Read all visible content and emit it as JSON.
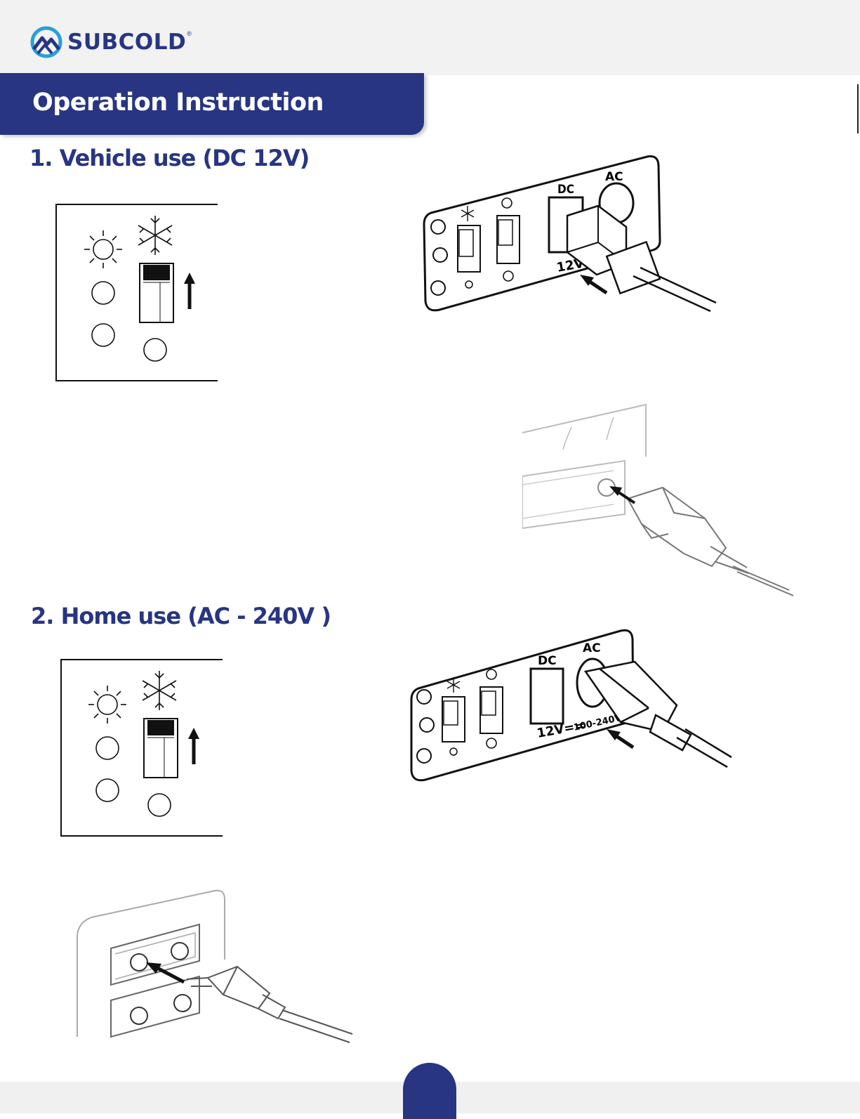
{
  "header": {
    "brand": "SUBCOLD",
    "brand_mark": "®",
    "logo_icon": "mountain-circle-logo"
  },
  "banner": {
    "title": "Operation Instruction"
  },
  "sections": [
    {
      "title": "1. Vehicle use (DC 12V)",
      "panel_label_dc": "DC",
      "panel_label_ac": "AC",
      "panel_label_volt": "12V"
    },
    {
      "title": "2. Home use (AC - 240V )",
      "panel_label_dc": "DC",
      "panel_label_ac": "AC",
      "panel_label_volt": "12V==",
      "panel_label_acvolt": "100-240V"
    }
  ],
  "colors": {
    "brand": "#283583",
    "band": "#f2f2f2"
  },
  "icons": [
    "sun-icon",
    "snowflake-icon",
    "arrow-up-icon",
    "fan-icon",
    "moon-icon"
  ]
}
